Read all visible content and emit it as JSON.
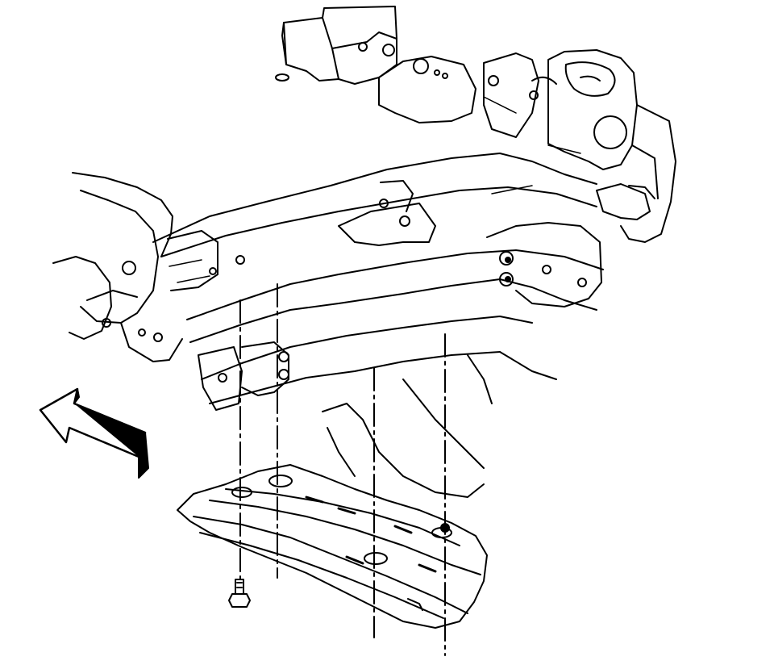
{
  "figure": {
    "kind": "exploded-view line illustration",
    "line_color": "#000000",
    "background": "#ffffff",
    "arrow_color": "#000000",
    "parts": [
      "frame-crossmember",
      "skid-plate",
      "bolt",
      "direction-arrow"
    ],
    "fastener_count": 4
  }
}
